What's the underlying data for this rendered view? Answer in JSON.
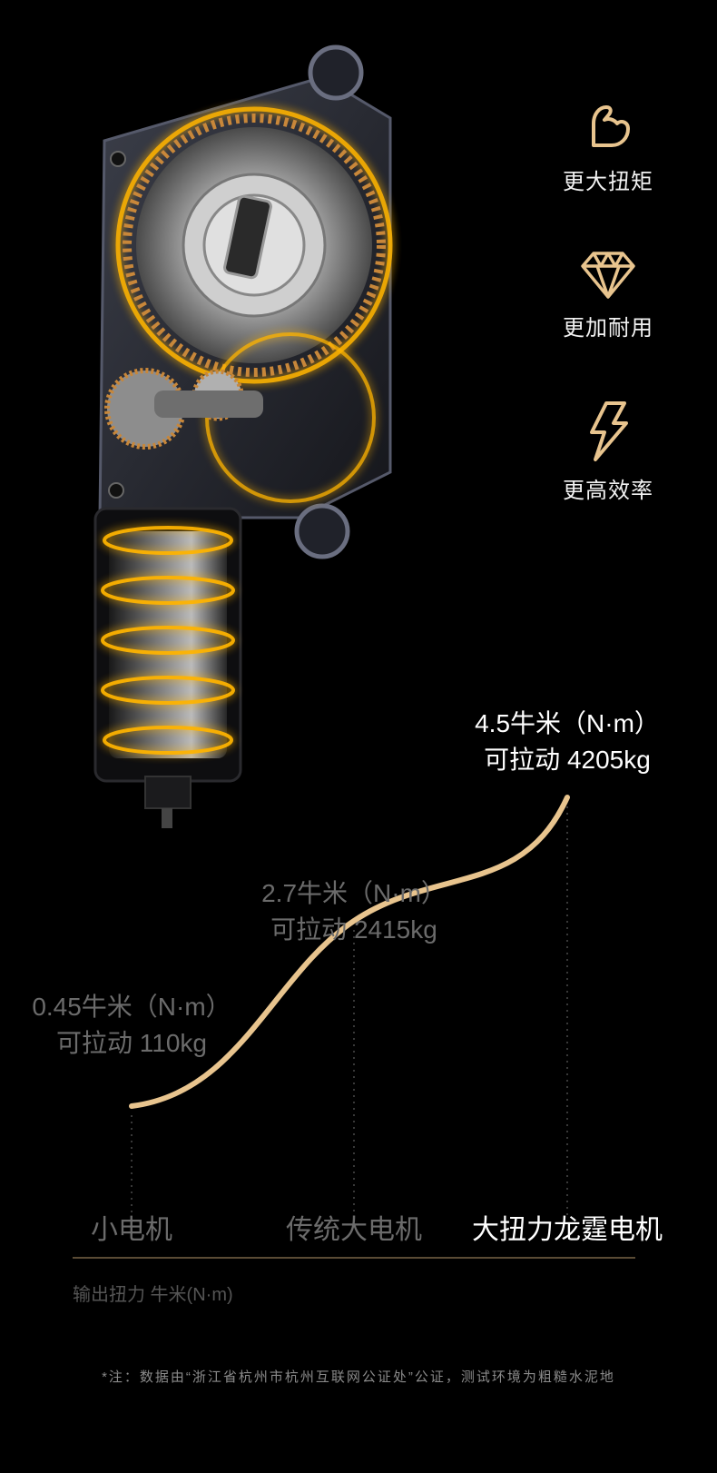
{
  "features": [
    {
      "icon": "flexed-arm-icon",
      "label": "更大扭矩"
    },
    {
      "icon": "diamond-icon",
      "label": "更加耐用"
    },
    {
      "icon": "lightning-bolt-icon",
      "label": "更高效率"
    }
  ],
  "colors": {
    "accent": "#e8c48e",
    "glow": "#ffb400",
    "muted_text": "#6b6b6b",
    "highlight_text": "#ffffff",
    "axis": "#5a4b35"
  },
  "chart_data": {
    "type": "line",
    "categories": [
      "小电机",
      "传统大电机",
      "大扭力龙霆电机"
    ],
    "values": [
      0.45,
      2.7,
      4.5
    ],
    "unit": "牛米",
    "point_labels": [
      {
        "line1": "0.45牛米（N·m）",
        "line2": "可拉动 110kg"
      },
      {
        "line1": "2.7牛米（N·m）",
        "line2": "可拉动 2415kg"
      },
      {
        "line1": "4.5牛米（N·m）",
        "line2": "可拉动 4205kg"
      }
    ],
    "pull_kg": [
      110,
      2415,
      4205
    ],
    "ylabel": "输出扭力 牛米(N·m)",
    "xlabel": "",
    "grid": false,
    "highlight_index": 2
  },
  "footnote": "*注：数据由“浙江省杭州市杭州互联网公证处”公证，测试环境为粗糙水泥地"
}
